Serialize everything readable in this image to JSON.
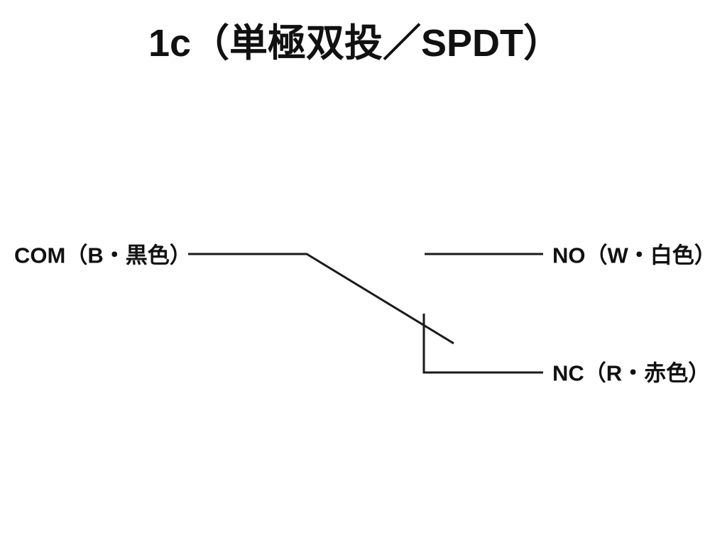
{
  "title": {
    "text": "1c（単極双投／SPDT）"
  },
  "diagram": {
    "type": "switch-wiring-schematic",
    "switch_type": "SPDT",
    "line_color": "#1a1a1a",
    "background_color": "#ffffff",
    "terminals": [
      {
        "id": "COM",
        "label": "COM（B・黒色）"
      },
      {
        "id": "NO",
        "label": "NO（W・白色）"
      },
      {
        "id": "NC",
        "label": "NC（R・赤色）"
      }
    ]
  }
}
